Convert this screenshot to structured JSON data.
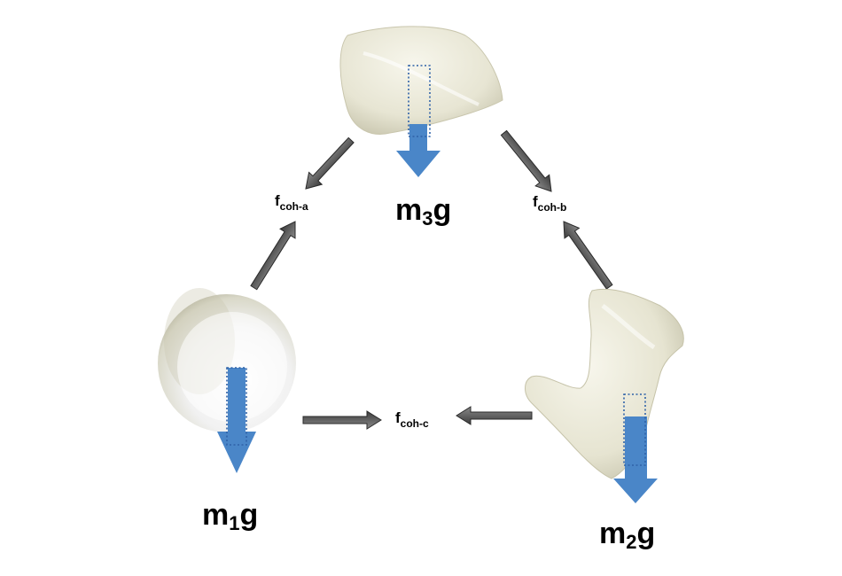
{
  "particles": {
    "m1": {
      "label_main": "m",
      "label_sub": "1",
      "label_tail": "g"
    },
    "m2": {
      "label_main": "m",
      "label_sub": "2",
      "label_tail": "g"
    },
    "m3": {
      "label_main": "m",
      "label_sub": "3",
      "label_tail": "g"
    }
  },
  "forces": {
    "a": {
      "label_main": "f",
      "label_sub": "coh-a"
    },
    "b": {
      "label_main": "f",
      "label_sub": "coh-b"
    },
    "c": {
      "label_main": "f",
      "label_sub": "coh-c"
    }
  },
  "colors": {
    "gravity_arrow": "#4a86c8",
    "force_arrow": "#555555",
    "particle_fill": "#ecebdd",
    "particle_shade": "#bdbba0"
  }
}
